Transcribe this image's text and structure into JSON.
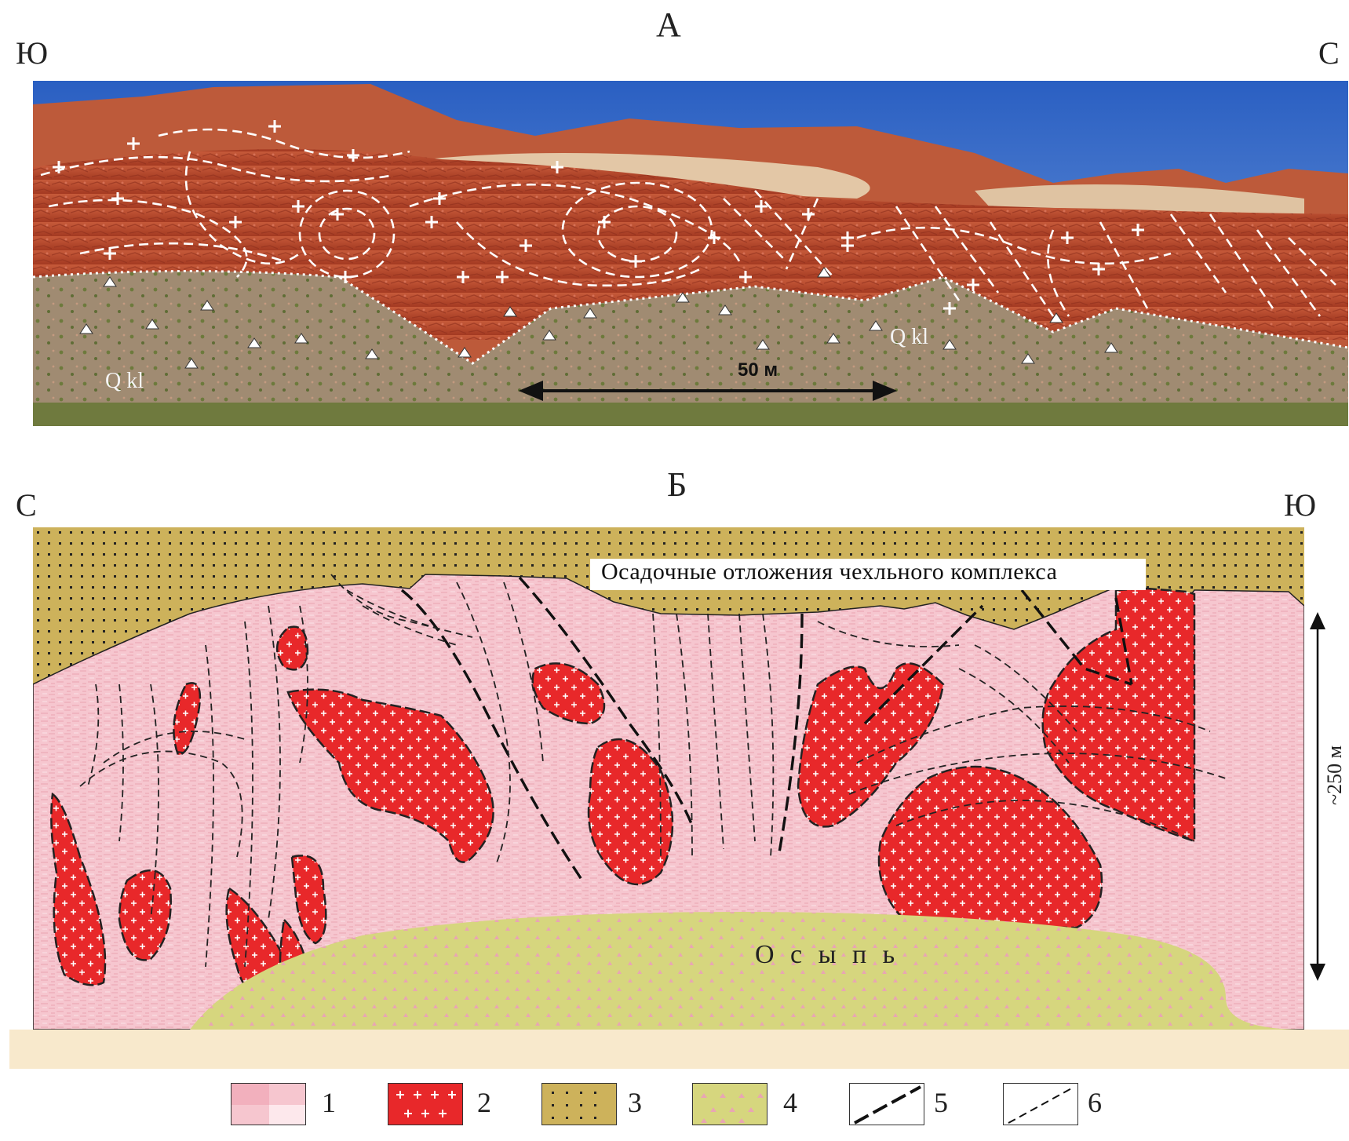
{
  "panel_a": {
    "letter": "А",
    "left_direction": "Ю",
    "right_direction": "С",
    "quaternary_label_left": "Q kl",
    "quaternary_label_right": "Q kl",
    "scale_label": "50 м"
  },
  "panel_b": {
    "letter": "Б",
    "left_direction": "С",
    "right_direction": "Ю",
    "sediment_label": "Осадочные отложения чехльного комплекса",
    "scree_label": "О с ы п ь",
    "vertical_scale": "~250 м"
  },
  "legend": [
    {
      "number": "1",
      "pattern": "gneiss"
    },
    {
      "number": "2",
      "pattern": "granite"
    },
    {
      "number": "3",
      "pattern": "sediment"
    },
    {
      "number": "4",
      "pattern": "scree"
    },
    {
      "number": "5",
      "pattern": "thick-dashed-line"
    },
    {
      "number": "6",
      "pattern": "thin-dashed-line"
    }
  ],
  "colors": {
    "gneiss": "#f6c6cf",
    "granite": "#e8282a",
    "sediment": "#cdb25b",
    "scree": "#d6d67e",
    "sky": "#2f63c4",
    "rock": "#b8482b"
  }
}
